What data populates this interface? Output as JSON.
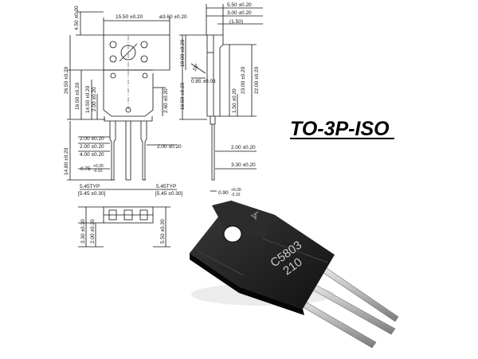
{
  "title": "TO-3P-ISO",
  "front_view": {
    "width_label": "15.50 ±0.20",
    "hole_label": "ø3.60 ±0.20",
    "tab_height_label": "4.50 ±0.20",
    "total_height_label": "26.50 ±0.20",
    "body_height_label": "16.50 ±0.20",
    "inner_height_label": "14.50 ±0.20",
    "step_label": "2.00 ±0.20",
    "side_step_label": "2.60 ±0.20",
    "lead_w1_label": "2.00 ±0.20",
    "lead_w2_label": "2.00 ±0.20",
    "lead_w3_label": "4.00 ±0.20",
    "lead_len_label": "14.80 ±0.20",
    "lead_thk_label": "0.75",
    "lead_thk_tol_top": "+0.20",
    "lead_thk_tol_bot": "-0.10",
    "lead_right_label": "2.00 ±0.20",
    "pitch_left_label": "5.45TYP",
    "pitch_left_sub": "[5.45 ±0.30]",
    "pitch_right_label": "5.45TYP",
    "pitch_right_sub": "[5.45 ±0.30]"
  },
  "side_view": {
    "thk_label": "5.50 ±0.20",
    "thk2_label": "3.00 ±0.20",
    "thk3_label": "(1.50)",
    "tab_label": "10.00 ±0.20",
    "angle_label": "10°",
    "step_label": "0.85 ±0.03",
    "h1_label": "23.00 ±0.20",
    "h2_label": "22.00 ±0.20",
    "h3_label": "16.50 ±0.20",
    "h4_label": "1.50 ±0.20",
    "lead_off_label": "2.00 ±0.20",
    "lead_len_label": "3.30 ±0.20",
    "lead_thk_label": "0.90",
    "lead_thk_tol_top": "+0.20",
    "lead_thk_tol_bot": "-0.10"
  },
  "bottom_view": {
    "h1_label": "3.30 ±0.20",
    "h2_label": "2.00 ±0.20",
    "h3_label": "5.50 ±0.20"
  },
  "photo": {
    "marking_line1": "C5803",
    "marking_line2": "210"
  }
}
